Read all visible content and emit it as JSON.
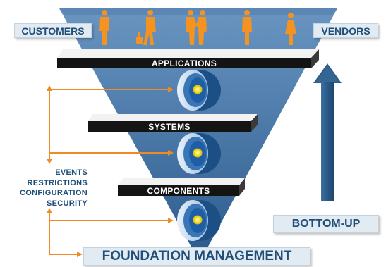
{
  "labels": {
    "customers": "CUSTOMERS",
    "vendors": "VENDORS",
    "bottom_up": "BOTTOM-UP",
    "foundation": "FOUNDATION MANAGEMENT"
  },
  "layers": [
    {
      "label": "APPLICATIONS"
    },
    {
      "label": "SYSTEMS"
    },
    {
      "label": "COMPONENTS"
    }
  ],
  "management_items": [
    "EVENTS",
    "RESTRICTIONS",
    "CONFIGURATION",
    "SECURITY"
  ],
  "people_icons": [
    "person-icon",
    "person-with-luggage-icon",
    "handshake-icon",
    "person-icon",
    "person-icon"
  ],
  "colors": {
    "funnel_top": "#5f8bb8",
    "funnel_bottom": "#2b5c8e",
    "arrow": "#2f5d8a",
    "connector": "#f08a24",
    "people": "#f4931f",
    "label_text": "#1f4e79",
    "label_bg": "#e3ebf2"
  }
}
